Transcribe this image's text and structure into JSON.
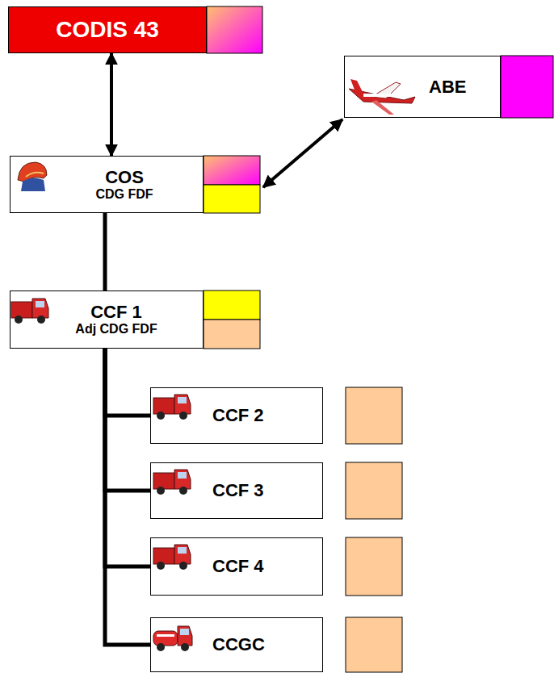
{
  "diagram": {
    "nodes": [
      {
        "text": [
          "CODIS 43"
        ]
      },
      {
        "text": [
          "ABE"
        ]
      },
      {
        "text": [
          "COS",
          "CDG FDF"
        ]
      },
      {
        "text": [
          "CCF 1",
          "Adj CDG FDF"
        ]
      },
      {
        "text": [
          "CCF 2"
        ]
      },
      {
        "text": [
          "CCF 3"
        ]
      },
      {
        "text": [
          "CCF 4"
        ]
      },
      {
        "text": [
          "CCGC"
        ]
      }
    ],
    "edges": [
      {
        "from": 0,
        "to": 2,
        "arrow": "both"
      },
      {
        "from": 2,
        "to": 1,
        "arrow": "both"
      },
      {
        "from": 2,
        "to": 3,
        "arrow": "none"
      },
      {
        "from": 3,
        "to": 4,
        "arrow": "none"
      },
      {
        "from": 3,
        "to": 5,
        "arrow": "none"
      },
      {
        "from": 3,
        "to": 6,
        "arrow": "none"
      },
      {
        "from": 3,
        "to": 7,
        "arrow": "none"
      }
    ]
  }
}
